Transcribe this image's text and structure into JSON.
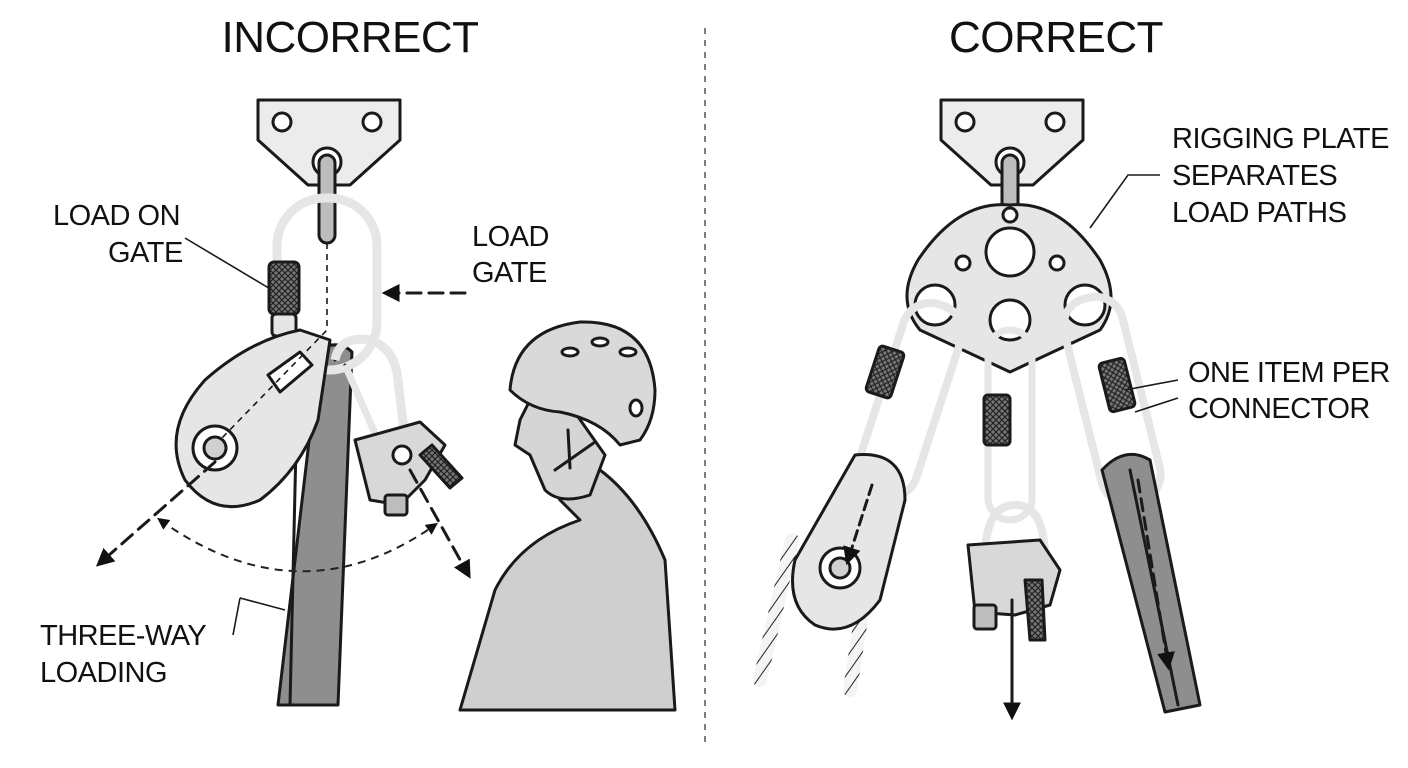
{
  "panels": {
    "left": {
      "title": "INCORRECT",
      "labels": {
        "load_on_gate": [
          "LOAD ON",
          "GATE"
        ],
        "load_gate": [
          "LOAD",
          "GATE"
        ],
        "three_way": [
          "THREE-WAY",
          "LOADING"
        ]
      }
    },
    "right": {
      "title": "CORRECT",
      "labels": {
        "rigging_plate": [
          "RIGGING PLATE",
          "SEPARATES",
          "LOAD PATHS"
        ],
        "one_item": [
          "ONE ITEM PER",
          "CONNECTOR"
        ]
      }
    }
  },
  "colors": {
    "outline": "#1a1a1a",
    "metal_fill": "#e6e6e6",
    "dark_fill": "#9a9a9a",
    "person_fill": "#cfcfcf",
    "background": "#ffffff"
  },
  "icons": [
    "anchor-bracket-icon",
    "carabiner-icon",
    "pulley-icon",
    "rope-grab-icon",
    "sling-icon",
    "helmet-icon",
    "person-icon",
    "rigging-plate-icon"
  ]
}
